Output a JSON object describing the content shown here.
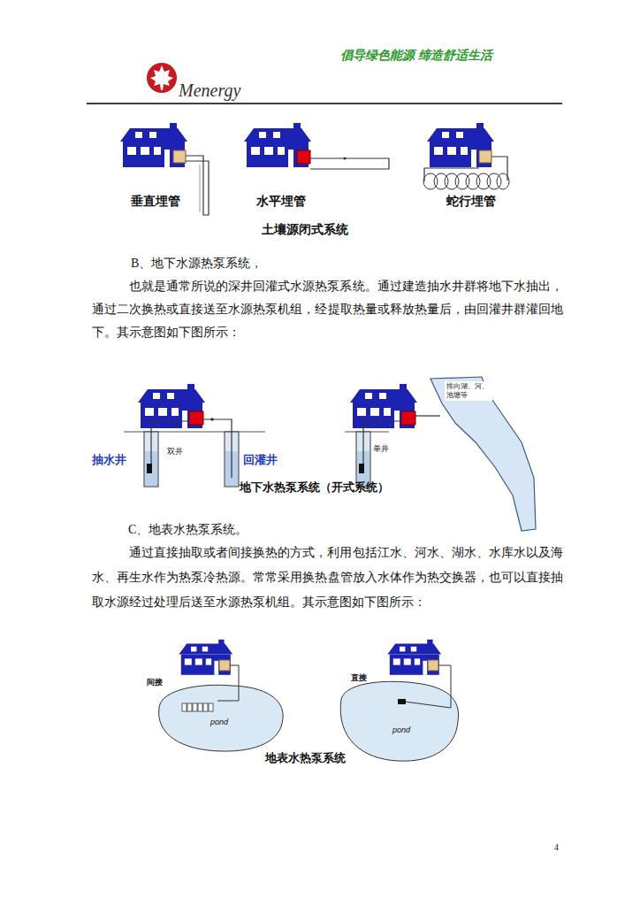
{
  "diagram": {
    "labels": [
      "倡导绿色能源 缔造舒适生活",
      "Menergy",
      "垂直埋管",
      "水平埋管",
      "蛇行埋管",
      "土壤源闭式系统",
      "B、地下水源热泵系统，",
      "也就是通常所说的深井回灌式水源热泵系统。通过建造抽水井群将地下水抽出，通过二次换热或直接送至水源热泵机组，经提取热量或释放热量后，由回灌井群灌回地下。其示意图如下图所示：",
      "抽水井",
      "双井",
      "回灌井",
      "单井",
      "排向湖、河、池塘等",
      "地下水热泵系统（开式系统）",
      "C、地表水热泵系统。",
      "通过直接抽取或者间接换热的方式，利用包括江水、河水、湖水、水库水以及海水、再生水作为热泵冷热源。常常采用换热盘管放入水体作为热交换器，也可以直接抽取水源经过处理后送至水源热泵机组。其示意图如下图所示：",
      "间接",
      "pond",
      "直接",
      "pond",
      "地表水热泵系统",
      "4"
    ]
  }
}
